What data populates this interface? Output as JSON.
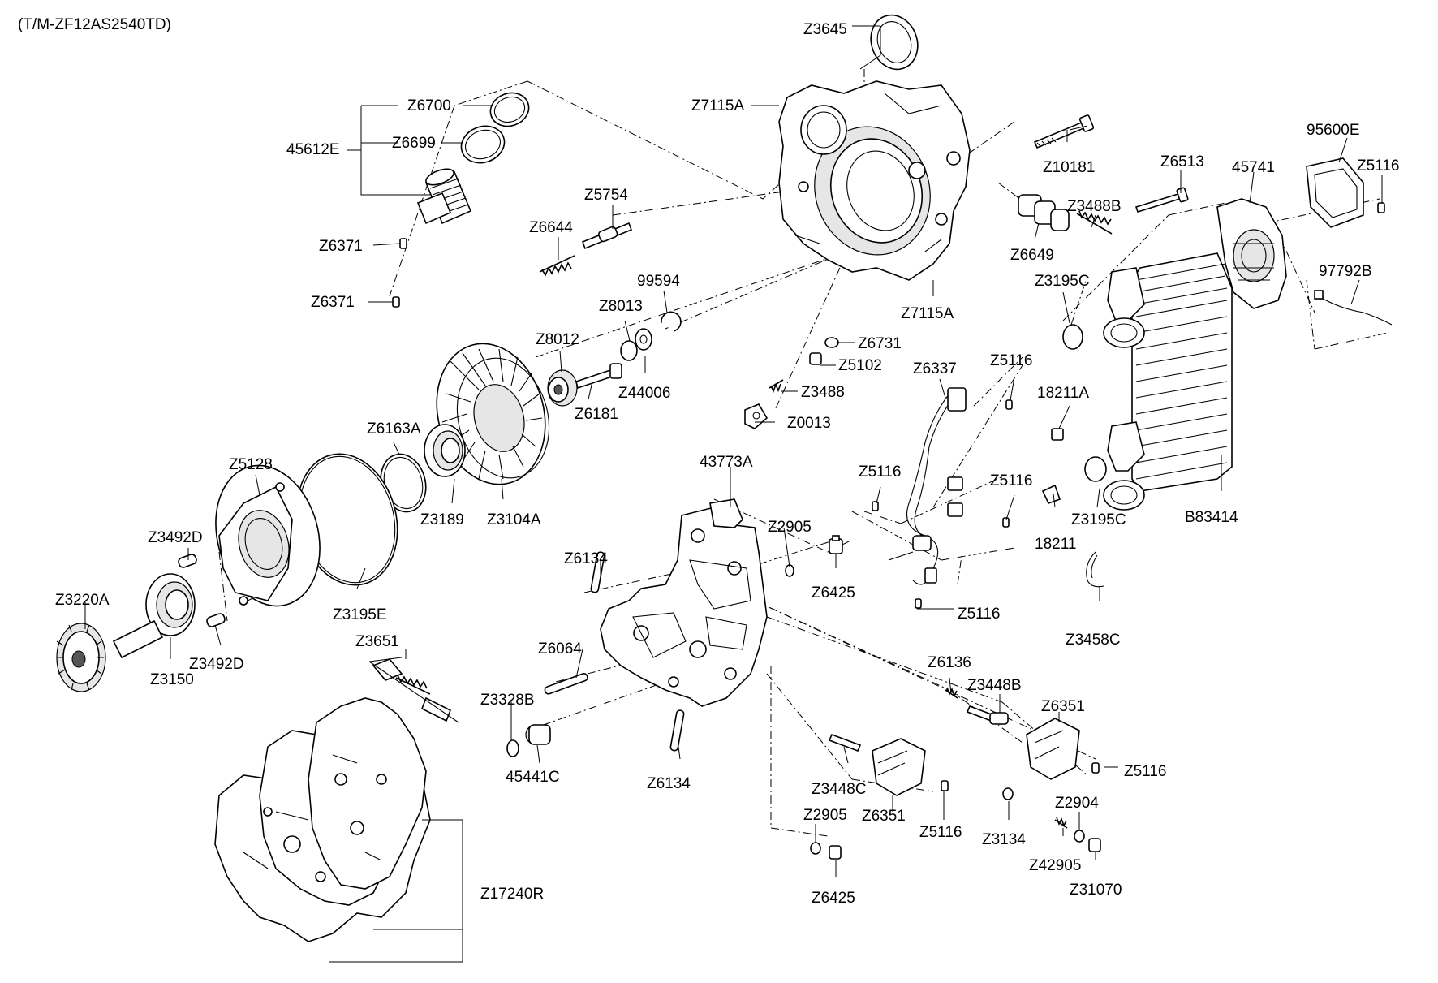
{
  "title": "(T/M-ZF12AS2540TD)",
  "labels": [
    {
      "id": "Z3645",
      "text": "Z3645"
    },
    {
      "id": "Z6700",
      "text": "Z6700"
    },
    {
      "id": "Z7115A-top",
      "text": "Z7115A"
    },
    {
      "id": "45612E",
      "text": "45612E"
    },
    {
      "id": "Z6699",
      "text": "Z6699"
    },
    {
      "id": "Z10181",
      "text": "Z10181"
    },
    {
      "id": "95600E",
      "text": "95600E"
    },
    {
      "id": "Z6513",
      "text": "Z6513"
    },
    {
      "id": "45741",
      "text": "45741"
    },
    {
      "id": "Z5116-a",
      "text": "Z5116"
    },
    {
      "id": "Z5754",
      "text": "Z5754"
    },
    {
      "id": "Z3488B",
      "text": "Z3488B"
    },
    {
      "id": "Z6644",
      "text": "Z6644"
    },
    {
      "id": "Z6371-a",
      "text": "Z6371"
    },
    {
      "id": "Z6649",
      "text": "Z6649"
    },
    {
      "id": "97792B",
      "text": "97792B"
    },
    {
      "id": "99594",
      "text": "99594"
    },
    {
      "id": "Z3195C-a",
      "text": "Z3195C"
    },
    {
      "id": "Z8013",
      "text": "Z8013"
    },
    {
      "id": "Z6371-b",
      "text": "Z6371"
    },
    {
      "id": "Z7115A-bottom",
      "text": "Z7115A"
    },
    {
      "id": "Z8012",
      "text": "Z8012"
    },
    {
      "id": "Z6731",
      "text": "Z6731"
    },
    {
      "id": "Z5102",
      "text": "Z5102"
    },
    {
      "id": "Z6337",
      "text": "Z6337"
    },
    {
      "id": "Z5116-b",
      "text": "Z5116"
    },
    {
      "id": "Z44006",
      "text": "Z44006"
    },
    {
      "id": "Z3488",
      "text": "Z3488"
    },
    {
      "id": "18211A",
      "text": "18211A"
    },
    {
      "id": "Z6181",
      "text": "Z6181"
    },
    {
      "id": "Z0013",
      "text": "Z0013"
    },
    {
      "id": "Z6163A",
      "text": "Z6163A"
    },
    {
      "id": "43773A",
      "text": "43773A"
    },
    {
      "id": "Z5128",
      "text": "Z5128"
    },
    {
      "id": "Z5116-c",
      "text": "Z5116"
    },
    {
      "id": "Z5116-d",
      "text": "Z5116"
    },
    {
      "id": "Z3189",
      "text": "Z3189"
    },
    {
      "id": "Z3104A",
      "text": "Z3104A"
    },
    {
      "id": "Z3195C-b",
      "text": "Z3195C"
    },
    {
      "id": "B83414",
      "text": "B83414"
    },
    {
      "id": "Z2905-a",
      "text": "Z2905"
    },
    {
      "id": "Z3492D-a",
      "text": "Z3492D"
    },
    {
      "id": "18211",
      "text": "18211"
    },
    {
      "id": "Z6134-a",
      "text": "Z6134"
    },
    {
      "id": "Z6425-a",
      "text": "Z6425"
    },
    {
      "id": "Z3220A",
      "text": "Z3220A"
    },
    {
      "id": "Z3195E",
      "text": "Z3195E"
    },
    {
      "id": "Z5116-e",
      "text": "Z5116"
    },
    {
      "id": "Z3651",
      "text": "Z3651"
    },
    {
      "id": "Z3458C",
      "text": "Z3458C"
    },
    {
      "id": "Z6064",
      "text": "Z6064"
    },
    {
      "id": "Z3492D-b",
      "text": "Z3492D"
    },
    {
      "id": "Z6136",
      "text": "Z6136"
    },
    {
      "id": "Z3150",
      "text": "Z3150"
    },
    {
      "id": "Z3448B",
      "text": "Z3448B"
    },
    {
      "id": "Z3328B",
      "text": "Z3328B"
    },
    {
      "id": "Z6351-a",
      "text": "Z6351"
    },
    {
      "id": "Z5116-f",
      "text": "Z5116"
    },
    {
      "id": "45441C",
      "text": "45441C"
    },
    {
      "id": "Z6134-b",
      "text": "Z6134"
    },
    {
      "id": "Z3448C",
      "text": "Z3448C"
    },
    {
      "id": "Z2904",
      "text": "Z2904"
    },
    {
      "id": "Z6351-b",
      "text": "Z6351"
    },
    {
      "id": "Z2905-b",
      "text": "Z2905"
    },
    {
      "id": "Z5116-g",
      "text": "Z5116"
    },
    {
      "id": "Z3134",
      "text": "Z3134"
    },
    {
      "id": "Z42905",
      "text": "Z42905"
    },
    {
      "id": "Z17240R",
      "text": "Z17240R"
    },
    {
      "id": "Z31070",
      "text": "Z31070"
    },
    {
      "id": "Z6425-b",
      "text": "Z6425"
    }
  ]
}
